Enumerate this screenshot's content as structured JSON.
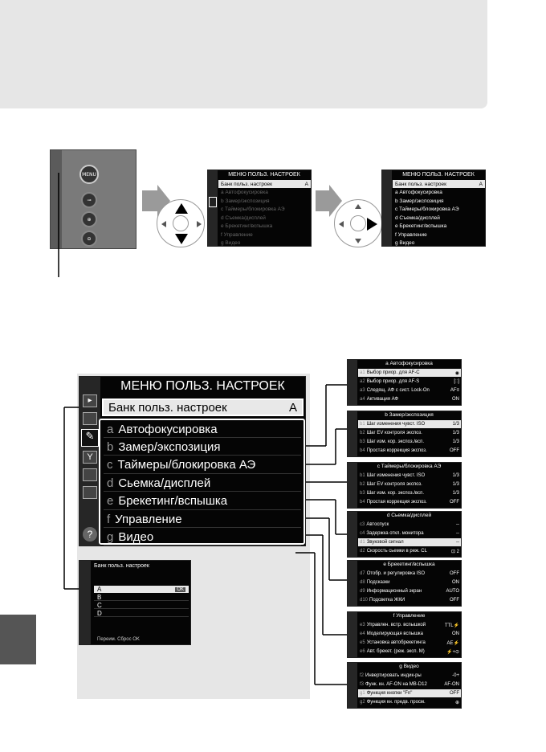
{
  "colors": {
    "screen_bg": "#050505",
    "header_text": "#ffffff",
    "selected_bg": "#e8e8e8",
    "text_gray": "#808080",
    "band": "#e6e6e6"
  },
  "camera": {
    "menu_label": "MENU"
  },
  "small_screen_a": {
    "title": "МЕНЮ ПОЛЬЗ. НАСТРОЕК",
    "items": [
      {
        "label": "Банк польз. настроек",
        "value": "A"
      },
      {
        "label": "a  Автофокусировка",
        "value": ""
      },
      {
        "label": "b  Замер/экспозиция",
        "value": ""
      },
      {
        "label": "c  Таймеры/блокировка АЭ",
        "value": ""
      },
      {
        "label": "d  Съемка/дисплей",
        "value": ""
      },
      {
        "label": "e  Брекетинг/вспышка",
        "value": ""
      },
      {
        "label": "f  Управление",
        "value": ""
      },
      {
        "label": "g  Видео",
        "value": ""
      }
    ]
  },
  "small_screen_b": {
    "title": "МЕНЮ ПОЛЬЗ. НАСТРОЕК",
    "items": [
      {
        "label": "Банк польз. настроек",
        "value": "A"
      },
      {
        "label": "a  Автофокусировка",
        "value": ""
      },
      {
        "label": "b  Замер/экспозиция",
        "value": ""
      },
      {
        "label": "c  Таймеры/блокировка АЭ",
        "value": ""
      },
      {
        "label": "d  Съемка/дисплей",
        "value": ""
      },
      {
        "label": "e  Брекетинг/вспышка",
        "value": ""
      },
      {
        "label": "f  Управление",
        "value": ""
      },
      {
        "label": "g  Видео",
        "value": ""
      }
    ]
  },
  "big_menu": {
    "title": "МЕНЮ ПОЛЬЗ. НАСТРОЕК",
    "bank": {
      "label": "Банк польз. настроек",
      "value": "A"
    },
    "items": [
      {
        "letter": "a",
        "label": "Автофокусировка"
      },
      {
        "letter": "b",
        "label": "Замер/экспозиция"
      },
      {
        "letter": "c",
        "label": "Таймеры/блокировка АЭ"
      },
      {
        "letter": "d",
        "label": "Сьемка/дисплей"
      },
      {
        "letter": "e",
        "label": "Брекетинг/вспышка"
      },
      {
        "letter": "f",
        "label": "Управление"
      },
      {
        "letter": "g",
        "label": "Видео"
      }
    ],
    "help": "?"
  },
  "bank_screen": {
    "title": "Банк польз. настроек",
    "options": [
      {
        "label": "A",
        "value": "OK"
      },
      {
        "label": "B",
        "value": ""
      },
      {
        "label": "C",
        "value": ""
      },
      {
        "label": "D",
        "value": ""
      }
    ],
    "footer": "Переим.  Сброс  OK"
  },
  "sub_a": {
    "title": "a Автофокусировка",
    "rows": [
      {
        "code": "a1",
        "label": "Выбор приор. для AF-C",
        "value": "◉"
      },
      {
        "code": "a2",
        "label": "Выбор приор. для AF-S",
        "value": "[::]"
      },
      {
        "code": "a3",
        "label": "Следящ. АФ с сист. Lock-On",
        "value": "AF≡"
      },
      {
        "code": "a4",
        "label": "Активация АФ",
        "value": "ON"
      }
    ]
  },
  "sub_b": {
    "title": "b Замер/экспозиция",
    "rows": [
      {
        "code": "b1",
        "label": "Шаг изменения чувст. ISO",
        "value": "1/3"
      },
      {
        "code": "b2",
        "label": "Шаг EV контроля экспоз.",
        "value": "1/3"
      },
      {
        "code": "b3",
        "label": "Шаг изм. кор. экспоз./всп.",
        "value": "1/3"
      },
      {
        "code": "b4",
        "label": "Простая коррекция экспоз.",
        "value": "OFF"
      }
    ]
  },
  "sub_c": {
    "title": "c Таймеры/блокировка АЭ",
    "rows": [
      {
        "code": "b1",
        "label": "Шаг изменения чувст. ISO",
        "value": "1/3"
      },
      {
        "code": "b2",
        "label": "Шаг EV контроля экспоз.",
        "value": "1/3"
      },
      {
        "code": "b3",
        "label": "Шаг изм. кор. экспоз./всп.",
        "value": "1/3"
      },
      {
        "code": "b4",
        "label": "Простая коррекция экспоз.",
        "value": "OFF"
      }
    ]
  },
  "sub_d": {
    "title": "d Сьемка/дисплей",
    "rows": [
      {
        "code": "c3",
        "label": "Автоспуск",
        "value": "--"
      },
      {
        "code": "c4",
        "label": "Задержка откл. монитора",
        "value": "--"
      },
      {
        "code": "d1",
        "label": "Звуковой сигнал",
        "value": "--"
      },
      {
        "code": "d2",
        "label": "Скорость сьемки в реж. CL",
        "value": "⊡ 2"
      }
    ]
  },
  "sub_e": {
    "title": "e Брекетинг/вспышка",
    "rows": [
      {
        "code": "d7",
        "label": "Отобр. и регулировка ISO",
        "value": "OFF"
      },
      {
        "code": "d8",
        "label": "Подсказки",
        "value": "ON"
      },
      {
        "code": "d9",
        "label": "Информационный экран",
        "value": "AUTO"
      },
      {
        "code": "d10",
        "label": "Подсветка ЖКИ",
        "value": "OFF"
      }
    ]
  },
  "sub_f": {
    "title": "f Управление",
    "rows": [
      {
        "code": "e3",
        "label": "Управлен. встр. вспышкой",
        "value": "TTL⚡"
      },
      {
        "code": "e4",
        "label": "Моделирующая вспышка",
        "value": "ON"
      },
      {
        "code": "e5",
        "label": "Установка автобрекетинга",
        "value": "AE⚡"
      },
      {
        "code": "e6",
        "label": "Авт. брекет. (реж. эксп. М)",
        "value": "⚡+⊙"
      }
    ]
  },
  "sub_g": {
    "title": "g Видео",
    "rows": [
      {
        "code": "f2",
        "label": "Инвертировать индик-ры",
        "value": "-0+"
      },
      {
        "code": "f3",
        "label": "Функ. кн. AF-ON на MB-D12",
        "value": "AF-ON"
      },
      {
        "code": "g1",
        "label": "Функция кнопки \"Fn\"",
        "value": "OFF"
      },
      {
        "code": "g2",
        "label": "Функция кн. предв. просм.",
        "value": "⊕"
      }
    ]
  }
}
